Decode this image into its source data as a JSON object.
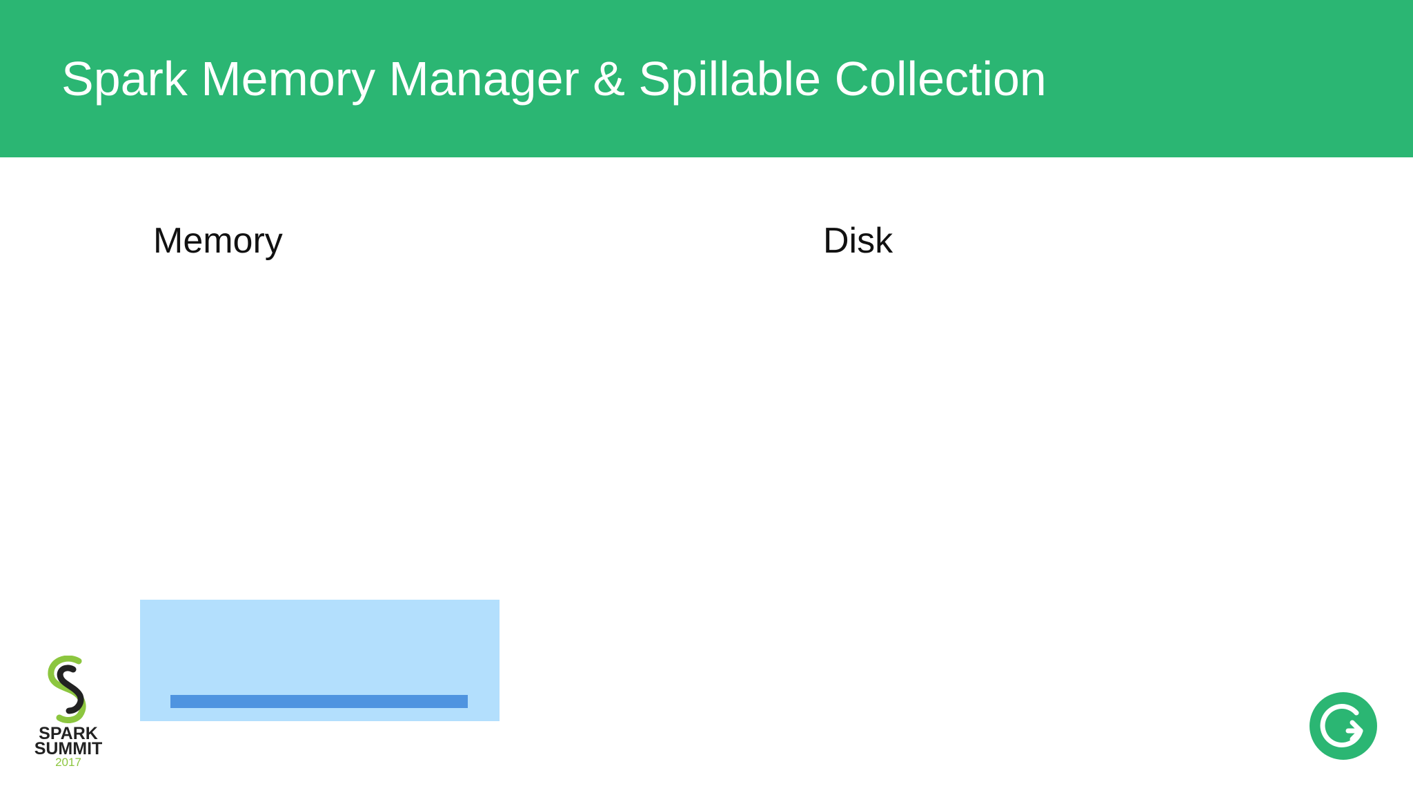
{
  "slide": {
    "title": "Spark Memory Manager & Spillable Collection",
    "header_color": "#2bb673",
    "sections": {
      "memory_label": "Memory",
      "disk_label": "Disk"
    },
    "memory_block": {
      "background_color": "#b3dffd",
      "bar_color": "#4f94e0"
    }
  },
  "branding": {
    "event_logo": {
      "line1": "SPARK",
      "line2": "SUMMIT",
      "line3": "2017",
      "icon": "spark-summit-logo-icon"
    },
    "corner_badge": {
      "icon": "circular-arrow-icon",
      "color": "#2bb673"
    }
  }
}
